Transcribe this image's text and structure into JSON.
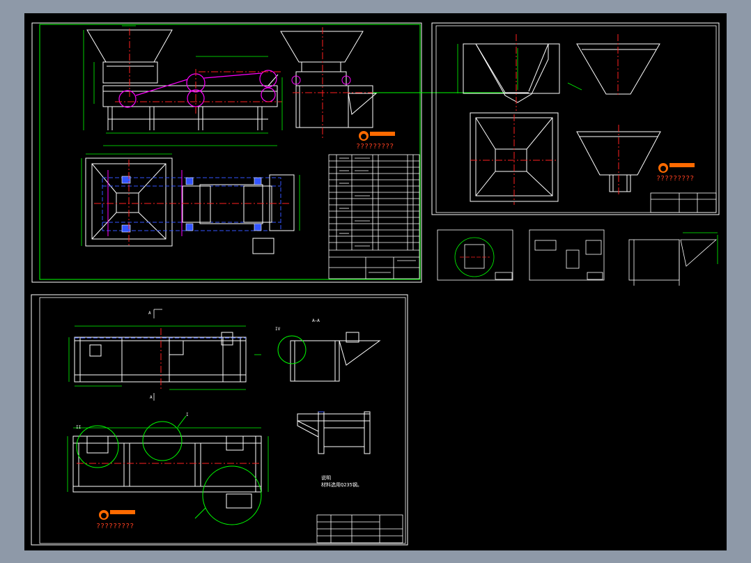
{
  "app": {
    "title": "CAD drawing sheet"
  },
  "sheets": [
    {
      "id": "main-assembly",
      "watermark_text": "?????????"
    },
    {
      "id": "hopper",
      "watermark_text": "?????????"
    },
    {
      "id": "frame",
      "watermark_text": "?????????"
    }
  ],
  "labels": {
    "section_aa": "A—A",
    "view_direction": "A",
    "notes_title": "说明",
    "notes_body": "材料选用Q235钢。",
    "detail_i": "I",
    "detail_ii": "II",
    "detail_iv": "IV"
  },
  "colors": {
    "background": "#000000",
    "frame": "#ffffff",
    "sheet_border": "#00ff00",
    "centerline": "#ff2020",
    "hidden": "#3355ff",
    "accent": "#ff00ff",
    "yellow": "#ffff00"
  }
}
